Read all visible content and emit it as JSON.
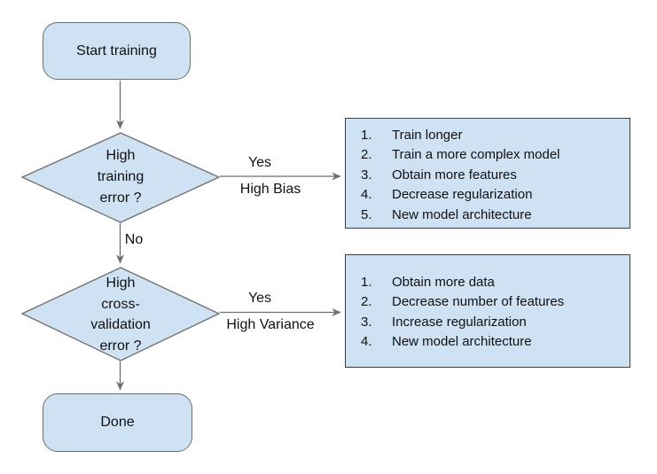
{
  "colors": {
    "fill": "#cfe2f3",
    "node_border": "#6e6e6e",
    "box_border": "#3d3d3d",
    "arrow": "#6e6e6e",
    "text": "#111111",
    "background": "#ffffff"
  },
  "nodes": {
    "start": {
      "label": "Start training"
    },
    "decision1": {
      "lines": [
        "High",
        "training",
        "error ?"
      ]
    },
    "decision2": {
      "lines": [
        "High",
        "cross-",
        "validation",
        "error ?"
      ]
    },
    "done": {
      "label": "Done"
    }
  },
  "edge_labels": {
    "yes1": "Yes",
    "high_bias": "High Bias",
    "no": "No",
    "yes2": "Yes",
    "high_variance": "High Variance"
  },
  "bias_box": {
    "items": [
      {
        "num": "1.",
        "text": "Train longer"
      },
      {
        "num": "2.",
        "text": "Train a more complex model"
      },
      {
        "num": "3.",
        "text": "Obtain more features"
      },
      {
        "num": "4.",
        "text": "Decrease regularization"
      },
      {
        "num": "5.",
        "text": "New model architecture"
      }
    ]
  },
  "variance_box": {
    "items": [
      {
        "num": "1.",
        "text": "Obtain more data"
      },
      {
        "num": "2.",
        "text": "Decrease number of features"
      },
      {
        "num": "3.",
        "text": "Increase regularization"
      },
      {
        "num": "4.",
        "text": "New model architecture"
      }
    ]
  }
}
